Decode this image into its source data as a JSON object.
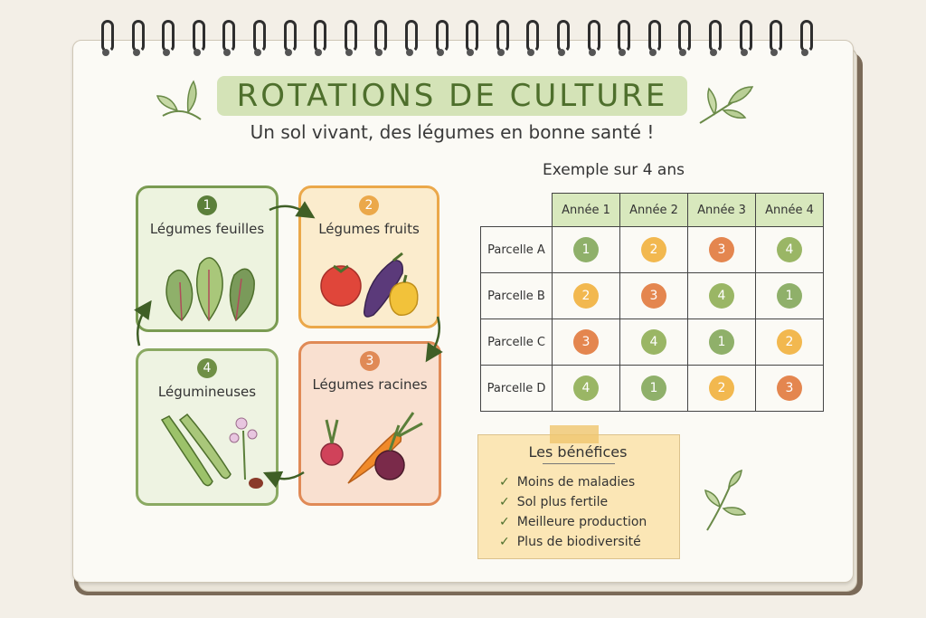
{
  "header": {
    "title": "ROTATIONS DE CULTURE",
    "subtitle": "Un sol vivant, des légumes en bonne santé !"
  },
  "cycle": [
    {
      "number": "1",
      "label": "Légumes feuilles",
      "color": "#5b7f3a"
    },
    {
      "number": "2",
      "label": "Légumes fruits",
      "color": "#eba84a"
    },
    {
      "number": "3",
      "label": "Légumes racines",
      "color": "#e08a56"
    },
    {
      "number": "4",
      "label": "Légumineuses",
      "color": "#6f8f45"
    }
  ],
  "example": {
    "title": "Exemple sur 4 ans",
    "columns": [
      "Année 1",
      "Année 2",
      "Année 3",
      "Année 4"
    ],
    "rows": [
      {
        "label": "Parcelle A",
        "values": [
          "1",
          "2",
          "3",
          "4"
        ]
      },
      {
        "label": "Parcelle B",
        "values": [
          "2",
          "3",
          "4",
          "1"
        ]
      },
      {
        "label": "Parcelle C",
        "values": [
          "3",
          "4",
          "1",
          "2"
        ]
      },
      {
        "label": "Parcelle D",
        "values": [
          "4",
          "1",
          "2",
          "3"
        ]
      }
    ],
    "colors": {
      "1": "#8fb06a",
      "2": "#f2b84f",
      "3": "#e4864f",
      "4": "#9ab665"
    }
  },
  "benefits": {
    "title": "Les bénéfices",
    "items": [
      "Moins de maladies",
      "Sol plus fertile",
      "Meilleure production",
      "Plus de biodiversité"
    ]
  },
  "colors": {
    "accent": "#4e6f2c",
    "paper": "#fbfaf5"
  }
}
